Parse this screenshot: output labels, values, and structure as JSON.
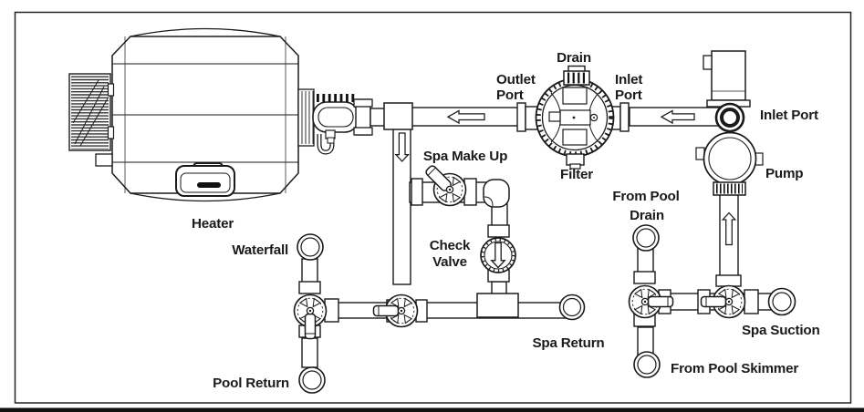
{
  "diagram": {
    "kind": "pool-spa-plumbing-schematic",
    "background_color": "#ffffff",
    "line_color": "#1a1a1a"
  },
  "labels": {
    "heater": "Heater",
    "filter": "Filter",
    "filter_drain": "Drain",
    "outlet_port_line1": "Outlet",
    "outlet_port_line2": "Port",
    "inlet_port_line1": "Inlet",
    "inlet_port_line2": "Port",
    "pump": "Pump",
    "pump_inlet_port": "Inlet Port",
    "spa_make_up": "Spa Make Up",
    "check_valve_line1": "Check",
    "check_valve_line2": "Valve",
    "waterfall": "Waterfall",
    "pool_return": "Pool Return",
    "spa_return": "Spa Return",
    "from_pool_drain_line1": "From Pool",
    "from_pool_drain_line2": "Drain",
    "from_pool_skimmer": "From Pool Skimmer",
    "spa_suction": "Spa Suction"
  },
  "flow_arrows": {
    "filter_to_heater": "left",
    "pump_to_filter": "left",
    "heater_branch": "down",
    "suction_to_pump": "up",
    "check_valve_flow": "down"
  }
}
